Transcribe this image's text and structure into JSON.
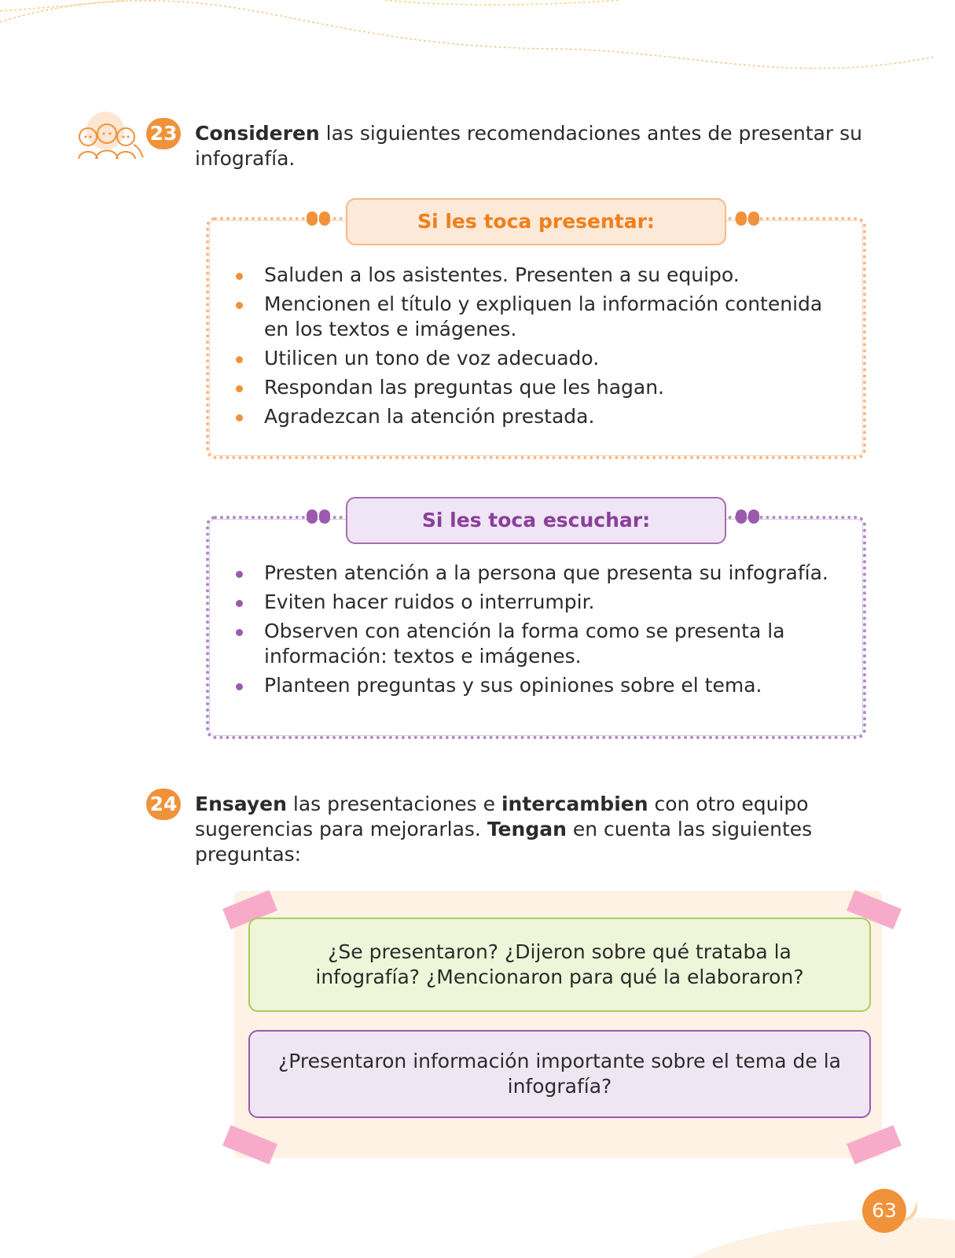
{
  "activity_23": {
    "number": "23",
    "verb": "Consideren",
    "text": " las siguientes recomendaciones antes de presentar su infografía."
  },
  "present_panel": {
    "title": "Si les toca presentar:",
    "items": [
      "Saluden a los asistentes. Presenten a su equipo.",
      "Mencionen el título y expliquen la información contenida en los textos e imágenes.",
      "Utilicen un tono de voz adecuado.",
      "Respondan las preguntas que les hagan.",
      "Agradezcan la atención prestada."
    ]
  },
  "listen_panel": {
    "title": "Si les toca escuchar:",
    "items": [
      "Presten atención a la persona que presenta su infografía.",
      "Eviten hacer ruidos o interrumpir.",
      "Observen con atención la forma como se presenta la información: textos e imágenes.",
      "Planteen preguntas y sus opiniones sobre el tema."
    ]
  },
  "activity_24": {
    "number": "24",
    "verb1": "Ensayen",
    "text1": " las presentaciones e ",
    "verb2": "intercambien",
    "text2": " con otro equipo sugerencias para mejorarlas. ",
    "verb3": "Tengan",
    "text3": " en cuenta las siguientes preguntas:"
  },
  "questions": {
    "q1": "¿Se presentaron? ¿Dijeron sobre qué trataba la infografía? ¿Mencionaron para qué la elaboraron?",
    "q2": "¿Presentaron información importante sobre el tema de la infografía?"
  },
  "page_number": "63",
  "colors": {
    "accent_orange": "#f0923a",
    "accent_purple": "#9b5aad",
    "accent_green": "#a9cd5a",
    "tape_pink": "#f7a6c7"
  }
}
